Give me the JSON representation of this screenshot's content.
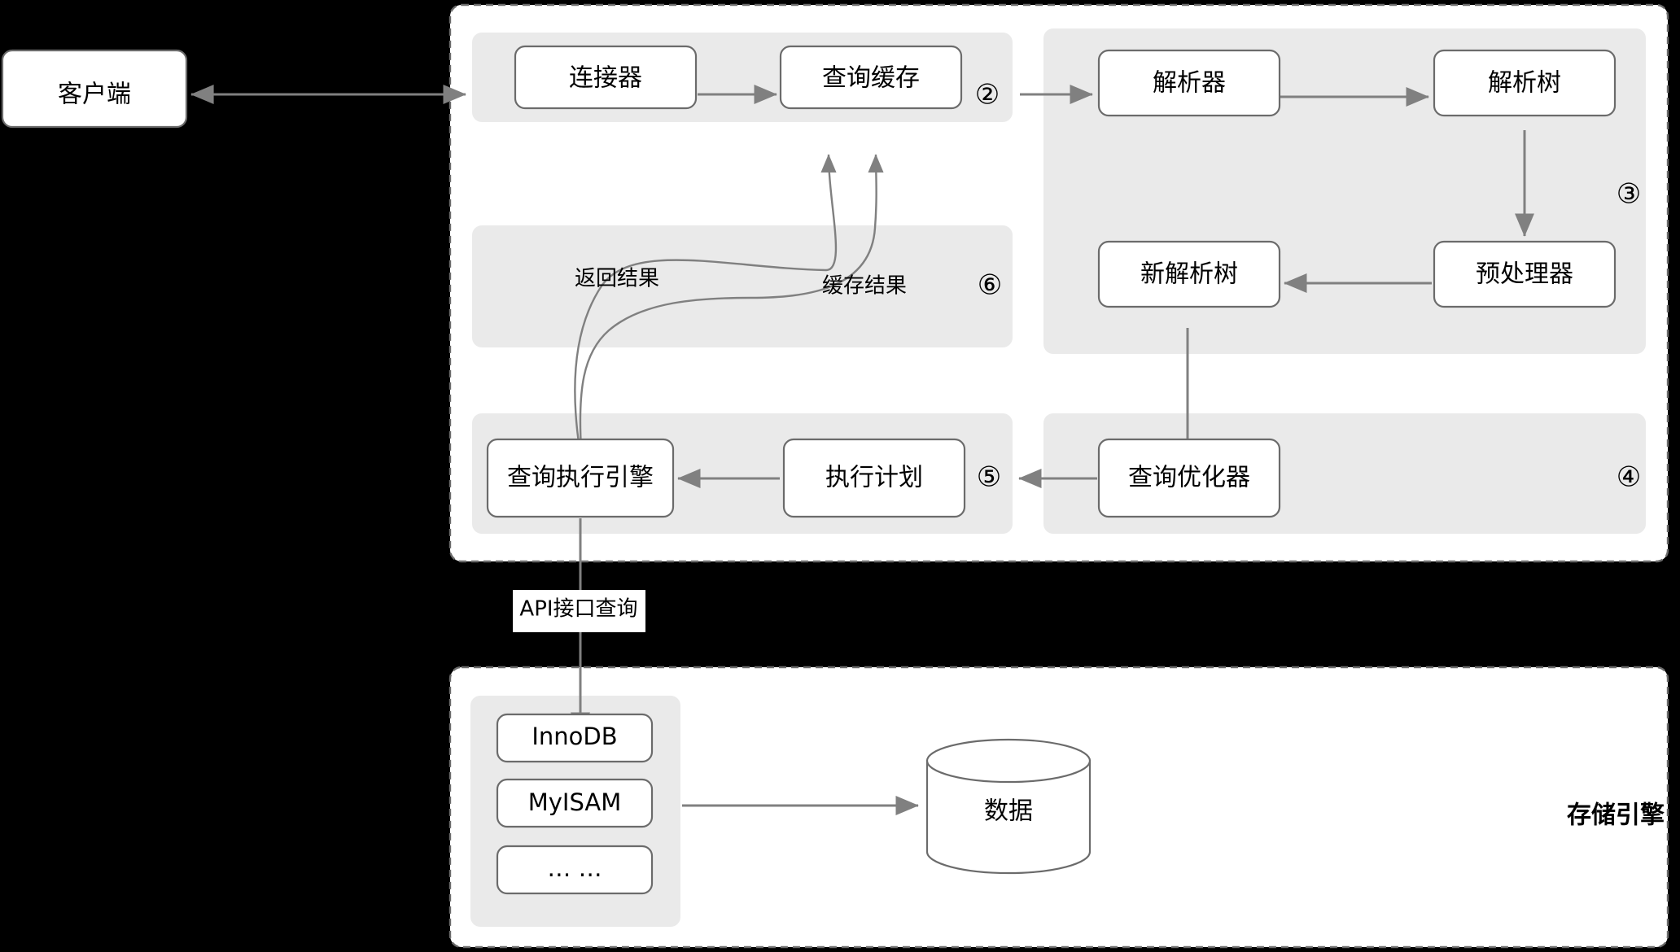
{
  "diagram": {
    "title_hidden": "",
    "client": {
      "label": "客户端"
    },
    "server_panel": {
      "groups": {
        "connection": {
          "marker": "②",
          "nodes": [
            {
              "id": "connector",
              "label": "连接器"
            },
            {
              "id": "query-cache",
              "label": "查询缓存"
            }
          ]
        },
        "parser": {
          "marker": "③",
          "nodes": [
            {
              "id": "parser",
              "label": "解析器"
            },
            {
              "id": "parse-tree",
              "label": "解析树"
            },
            {
              "id": "new-parse-tree",
              "label": "新解析树"
            },
            {
              "id": "preprocessor",
              "label": "预处理器"
            }
          ]
        },
        "results": {
          "marker": "⑥",
          "labels": [
            {
              "id": "return-result",
              "label": "返回结果"
            },
            {
              "id": "cache-result",
              "label": "缓存结果"
            }
          ]
        },
        "execution": {
          "marker": "⑤",
          "nodes": [
            {
              "id": "query-exec-engine",
              "label": "查询执行引擎"
            },
            {
              "id": "exec-plan",
              "label": "执行计划"
            }
          ]
        },
        "optimizer": {
          "marker": "④",
          "nodes": [
            {
              "id": "query-optimizer",
              "label": "查询优化器"
            }
          ]
        }
      }
    },
    "api_edge": {
      "label": "API接口查询"
    },
    "storage_panel": {
      "zone_label": "存储引擎",
      "engines": [
        {
          "id": "innodb",
          "label": "InnoDB"
        },
        {
          "id": "myisam",
          "label": "MyISAM"
        },
        {
          "id": "more",
          "label": "… …"
        }
      ],
      "datastore": {
        "label": "数据"
      }
    },
    "colors": {
      "background": "#000000",
      "panel_fill": "#ffffff",
      "panel_stroke": "#6b6b6b",
      "group_fill": "#eaeaea",
      "node_fill": "#ffffff",
      "node_stroke": "#6b6b6b",
      "edge": "#808080",
      "text": "#000000"
    }
  }
}
